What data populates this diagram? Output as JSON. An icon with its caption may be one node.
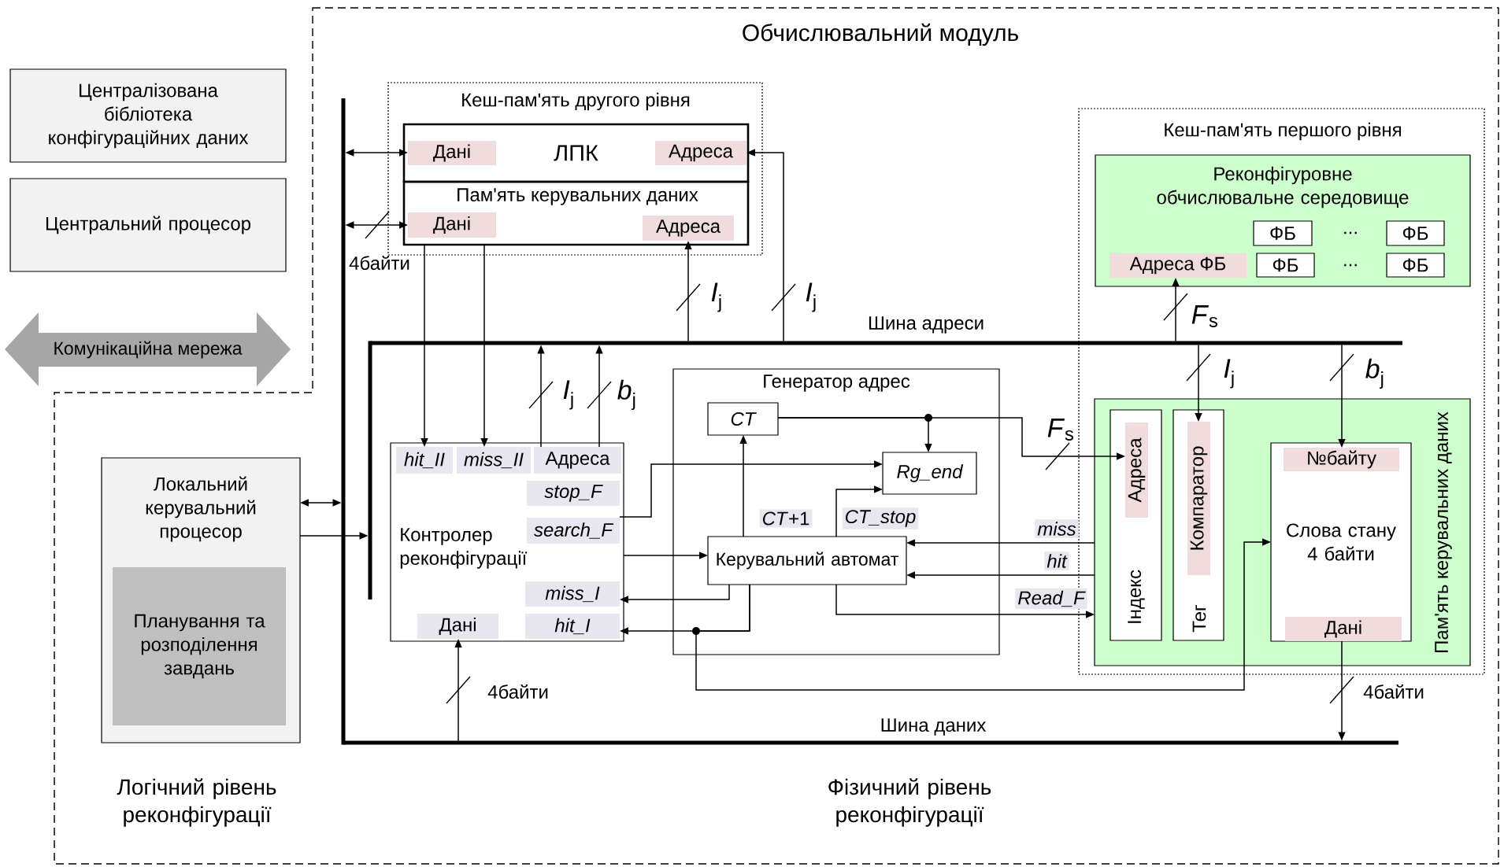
{
  "diagram": {
    "title": "Обчислювальний модуль",
    "nodes": [
      {
        "text": [
          "Централізована бібліотека конфігураційних даних"
        ]
      },
      {
        "text": [
          "Центральний процесор"
        ]
      },
      {
        "text": [
          "Комунікаційна мережа"
        ]
      },
      {
        "text": [
          "Кеш-пам'ять другого рівня"
        ]
      },
      {
        "text": [
          "ЛПК"
        ],
        "in": 3
      },
      {
        "text": [
          "Дані"
        ],
        "in": 4
      },
      {
        "text": [
          "Адреса"
        ],
        "in": 4
      },
      {
        "text": [
          "Пам'ять керувальних даних"
        ],
        "in": 3
      },
      {
        "text": [
          "Дані"
        ],
        "in": 7
      },
      {
        "text": [
          "Адреса"
        ],
        "in": 7
      },
      {
        "text": [
          "Кеш-пам'ять першого рівня"
        ]
      },
      {
        "text": [
          "Реконфігуровне обчислювальне середовище"
        ],
        "in": 10
      },
      {
        "text": [
          "ФБ"
        ],
        "in": 11
      },
      {
        "text": [
          "ФБ"
        ],
        "in": 11
      },
      {
        "text": [
          "Адреса ФБ"
        ],
        "in": 11
      },
      {
        "text": [
          "ФБ"
        ],
        "in": 11
      },
      {
        "text": [
          "ФБ"
        ],
        "in": 11
      },
      {
        "text": [
          "Шина адреси"
        ]
      },
      {
        "text": [
          "Генератор адрес"
        ]
      },
      {
        "text": [
          "CT"
        ],
        "in": 18
      },
      {
        "text": [
          "Rg_end"
        ],
        "in": 18
      },
      {
        "text": [
          "Керувальний автомат"
        ],
        "in": 18
      },
      {
        "text": [
          "Контролер реконфігурації"
        ]
      },
      {
        "text": [
          "hit_II"
        ],
        "in": 22
      },
      {
        "text": [
          "miss_II"
        ],
        "in": 22
      },
      {
        "text": [
          "Адреса"
        ],
        "in": 22
      },
      {
        "text": [
          "stop_F"
        ],
        "in": 22
      },
      {
        "text": [
          "search_F"
        ],
        "in": 22
      },
      {
        "text": [
          "miss_I"
        ],
        "in": 22
      },
      {
        "text": [
          "Дані"
        ],
        "in": 22
      },
      {
        "text": [
          "hit_I"
        ],
        "in": 22
      },
      {
        "text": [
          "Локальний керувальний процесор"
        ]
      },
      {
        "text": [
          "Планування та розподілення завдань"
        ],
        "in": 31
      },
      {
        "text": [
          "Пам'ять керувальних даних"
        ],
        "in": 10
      },
      {
        "text": [
          "Індекс"
        ],
        "in": 33
      },
      {
        "text": [
          "Адреса"
        ],
        "in": 34
      },
      {
        "text": [
          "Тег"
        ],
        "in": 33
      },
      {
        "text": [
          "Компаратор"
        ],
        "in": 36
      },
      {
        "text": [
          "Слова стану 4 байти"
        ],
        "in": 33
      },
      {
        "text": [
          "№байту"
        ],
        "in": 38
      },
      {
        "text": [
          "Дані"
        ],
        "in": 38
      },
      {
        "text": [
          "Шина даних"
        ]
      },
      {
        "text": [],
        "shape": "bar"
      },
      {
        "text": [],
        "shape": "bar"
      }
    ],
    "edges": [
      {
        "from": 42,
        "to": 5,
        "arrow": "both"
      },
      {
        "from": 42,
        "to": 8,
        "arrow": "both",
        "label": "4байти"
      },
      {
        "from": 17,
        "to": 9,
        "arrow": "to",
        "label": "*I*$_{j}$"
      },
      {
        "from": 17,
        "to": 6,
        "arrow": "to",
        "label": "*I*$_{j}$"
      },
      {
        "from": 7,
        "to": 23,
        "arrow": "to"
      },
      {
        "from": 7,
        "to": 24,
        "arrow": "to"
      },
      {
        "from": 25,
        "to": 17,
        "arrow": "to",
        "label": "*I*$_{j}$"
      },
      {
        "from": 25,
        "to": 17,
        "arrow": "to",
        "label": "*b*$_{j}$"
      },
      {
        "from": 17,
        "to": 14,
        "arrow": "to",
        "label": "*F*$_{s}$"
      },
      {
        "from": 17,
        "to": 37,
        "arrow": "to",
        "label": "*I*$_{j}$"
      },
      {
        "from": 17,
        "to": 39,
        "arrow": "to",
        "label": "*b*$_{j}$"
      },
      {
        "from": 40,
        "to": 41,
        "arrow": "to",
        "label": "4байти"
      },
      {
        "from": 41,
        "to": 29,
        "arrow": "to",
        "label": "4байти"
      },
      {
        "from": 31,
        "to": 42,
        "arrow": "both"
      },
      {
        "from": 31,
        "to": 43,
        "arrow": "to"
      },
      {
        "from": 21,
        "to": 19,
        "arrow": "to",
        "label": "*CT*+1"
      },
      {
        "from": 19,
        "to": 20,
        "arrow": "to"
      },
      {
        "from": 19,
        "to": 35,
        "arrow": "to",
        "label": "*F*$_{s}$"
      },
      {
        "from": 27,
        "to": 20,
        "arrow": "to"
      },
      {
        "from": 21,
        "to": 20,
        "arrow": "to",
        "label": "CT_stop"
      },
      {
        "from": 22,
        "to": 21,
        "arrow": "to"
      },
      {
        "from": 21,
        "to": 28,
        "arrow": "to"
      },
      {
        "from": 21,
        "to": 30,
        "arrow": "to"
      },
      {
        "from": 21,
        "to": 38,
        "arrow": "to"
      },
      {
        "from": 21,
        "to": 33,
        "arrow": "to",
        "label": "Read_F"
      },
      {
        "from": 33,
        "to": 21,
        "arrow": "to",
        "label": "miss"
      },
      {
        "from": 33,
        "to": 21,
        "arrow": "to",
        "label": "hit"
      }
    ],
    "labels": [
      "...",
      "...",
      "Логічний рівень реконфігурації",
      "Фізичний рівень реконфігурації"
    ]
  }
}
